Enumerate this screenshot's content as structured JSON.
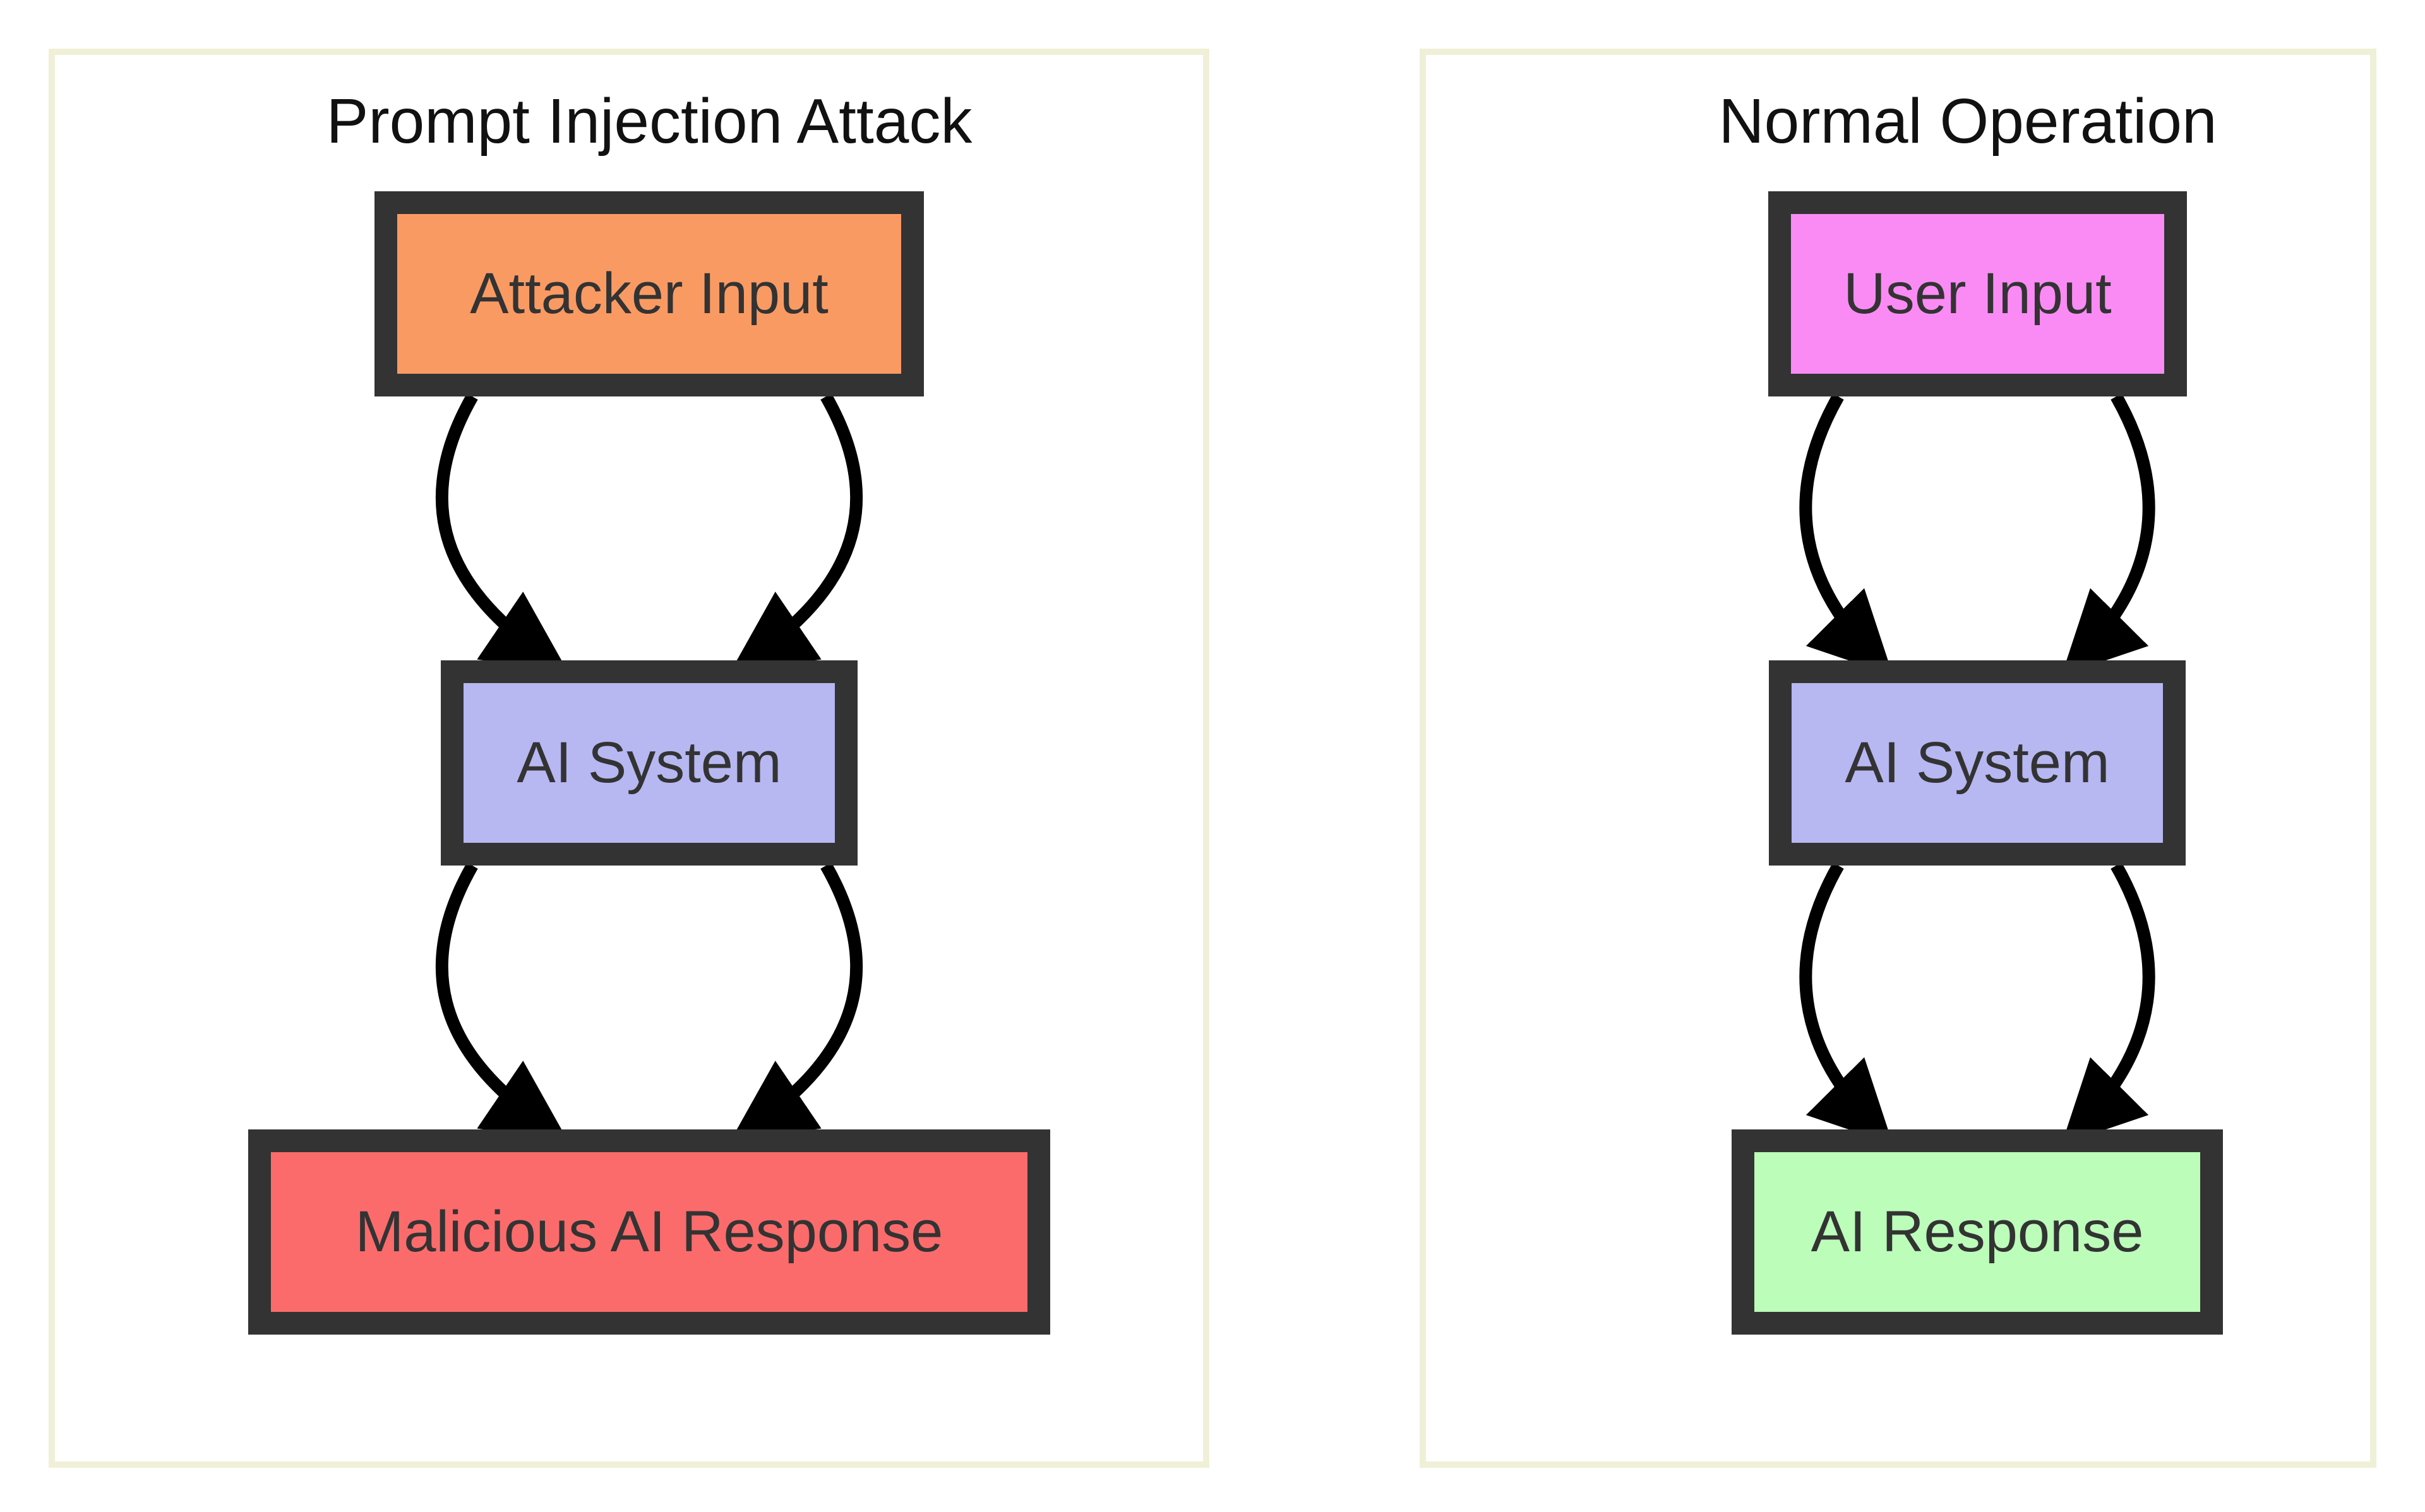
{
  "diagram": {
    "panels": [
      {
        "title": "Prompt Injection Attack",
        "nodes": [
          {
            "label": "Attacker Input",
            "fill": "#fa9a63"
          },
          {
            "label": "AI System",
            "fill": "#b7b7f2"
          },
          {
            "label": "Malicious AI Response",
            "fill": "#fb6b6b"
          }
        ]
      },
      {
        "title": "Normal Operation",
        "nodes": [
          {
            "label": "User Input",
            "fill": "#fa8bf5"
          },
          {
            "label": "AI System",
            "fill": "#b7b7f2"
          },
          {
            "label": "AI Response",
            "fill": "#bcfdba"
          }
        ]
      }
    ],
    "colors": {
      "node_border": "#333333",
      "node_text": "#333333",
      "edge": "#000000",
      "panel_border": "#f0f0d8",
      "background": "#ffffff"
    }
  }
}
